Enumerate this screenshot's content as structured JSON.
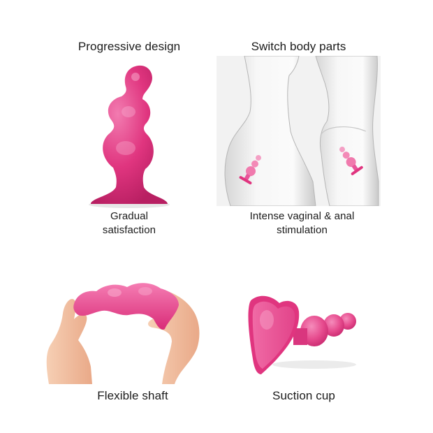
{
  "panels": [
    {
      "title": "Progressive design",
      "caption_lines": [
        "Gradual",
        "satisfaction"
      ],
      "image": "beaded-plug-standing-icon"
    },
    {
      "title": "Switch body parts",
      "caption_lines": [
        "Intense vaginal & anal",
        "stimulation"
      ],
      "image": "body-silhouettes-with-plug-icon"
    },
    {
      "title": "",
      "caption_lines": [
        "Flexible shaft"
      ],
      "image": "hands-bending-plug-icon"
    },
    {
      "title": "",
      "caption_lines": [
        "Suction cup"
      ],
      "image": "heart-suction-cup-plug-icon"
    }
  ],
  "colors": {
    "product_pink": "#e0357f",
    "product_pink_light": "#f06aa5",
    "skin": "#f3c2a2",
    "silhouette_bg": "#f2f2f2",
    "text": "#1a1a1a"
  }
}
